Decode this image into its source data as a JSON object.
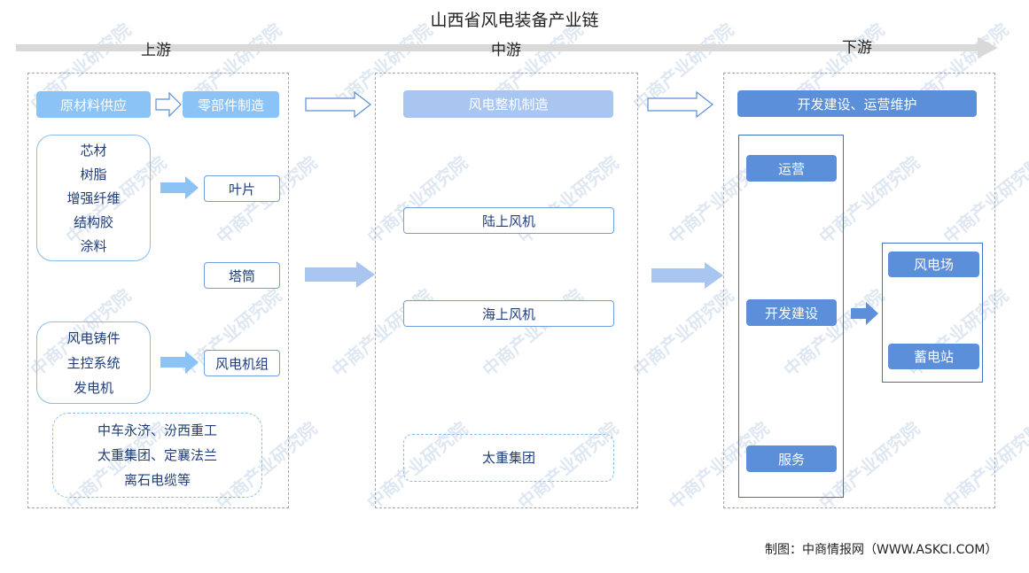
{
  "title": "山西省风电装备产业链",
  "stages": {
    "upstream": "上游",
    "midstream": "中游",
    "downstream": "下游"
  },
  "upstream": {
    "raw_materials": "原材料供应",
    "components": "零部件制造",
    "materials_group": [
      "芯材",
      "树脂",
      "增强纤维",
      "结构胶",
      "涂料"
    ],
    "blade": "叶片",
    "tower": "塔筒",
    "parts_group": [
      "风电铸件",
      "主控系统",
      "发电机"
    ],
    "turbine_set": "风电机组",
    "companies": [
      "中车永济、汾西重工",
      "太重集团、定襄法兰",
      "离石电缆等"
    ]
  },
  "midstream": {
    "header": "风电整机制造",
    "onshore": "陆上风机",
    "offshore": "海上风机",
    "company": "太重集团"
  },
  "downstream": {
    "header": "开发建设、运营维护",
    "operation": "运营",
    "development": "开发建设",
    "service": "服务",
    "wind_farm": "风电场",
    "storage_station": "蓄电站"
  },
  "credit": "制图：中商情报网（WWW.ASKCI.COM）",
  "watermark": "中商产业研究院",
  "colors": {
    "light": "#8cc3f7",
    "mid": "#a9c6f0",
    "dark": "#5b8fd9",
    "text": "#1f3d7a"
  }
}
